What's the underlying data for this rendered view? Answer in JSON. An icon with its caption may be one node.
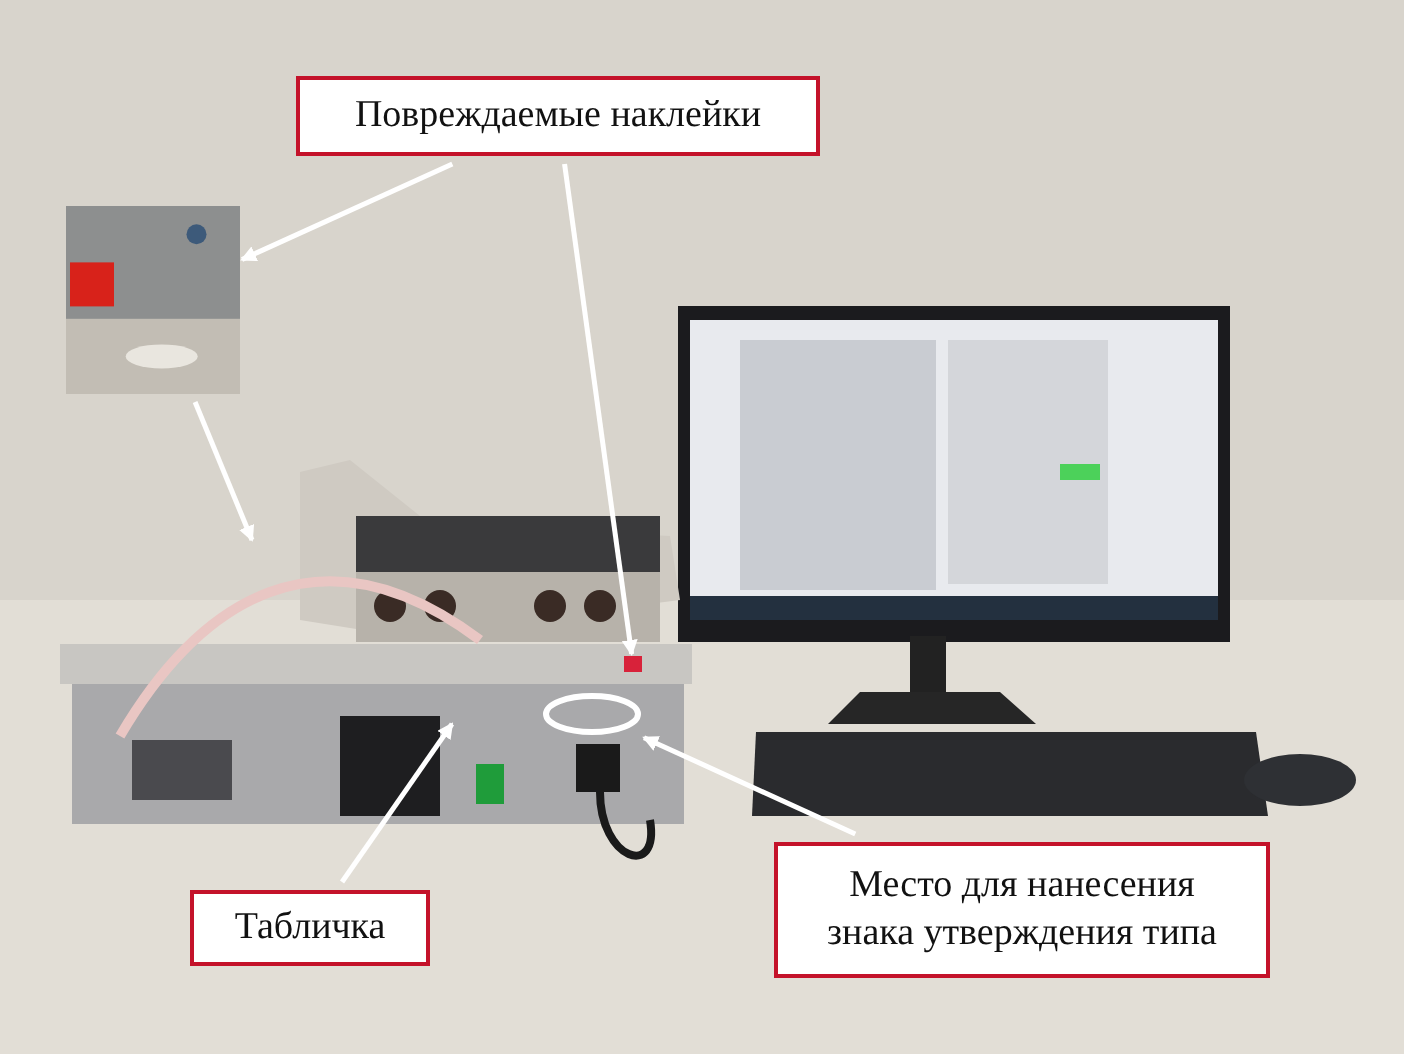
{
  "diagram": {
    "nodes": [
      {
        "text": [
          "Повреждаемые наклейки"
        ]
      },
      {
        "text": [],
        "shape": "picture"
      },
      {
        "text": [],
        "shape": "box"
      },
      {
        "text": [
          "Табличка"
        ]
      },
      {
        "text": [
          "Место для нанесения знака утверждения типа"
        ]
      },
      {
        "text": [],
        "shape": "circle"
      }
    ],
    "edges": [
      {
        "from": 0,
        "to": 1,
        "arrow": "to"
      },
      {
        "from": 0,
        "to": 2,
        "arrow": "to"
      },
      {
        "from": 1,
        "to": null,
        "arrow": "to"
      },
      {
        "from": 3,
        "to": null,
        "arrow": "to"
      },
      {
        "from": 4,
        "to": 5,
        "arrow": "to"
      }
    ]
  }
}
